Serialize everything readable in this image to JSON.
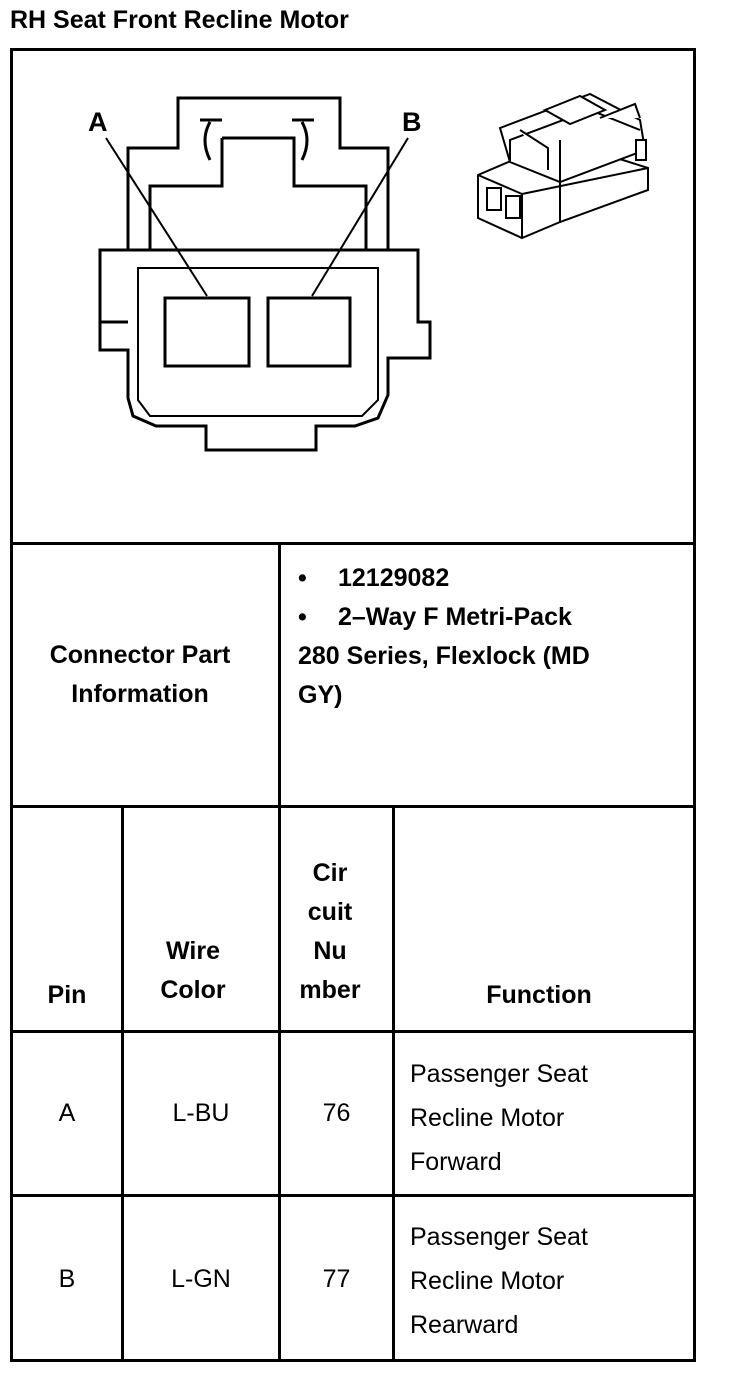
{
  "title": "RH Seat Front Recline Motor",
  "diagram": {
    "pin_a_label": "A",
    "pin_b_label": "B"
  },
  "connector_info": {
    "label": "Connector Part Information",
    "bullet": "•",
    "part_number": "12129082",
    "description_line1": "2–Way F Metri-Pack",
    "description_rest": "280 Series, Flexlock (MD GY)"
  },
  "table": {
    "headers": {
      "pin": "Pin",
      "wire_color": "Wire Color",
      "circuit_number": "Cir cuit Nu mber",
      "function": "Function"
    },
    "rows": [
      {
        "pin": "A",
        "wire_color": "L-BU",
        "circuit": "76",
        "function": "Passenger Seat Recline Motor Forward"
      },
      {
        "pin": "B",
        "wire_color": "L-GN",
        "circuit": "77",
        "function": "Passenger Seat Recline Motor Rearward"
      }
    ]
  }
}
